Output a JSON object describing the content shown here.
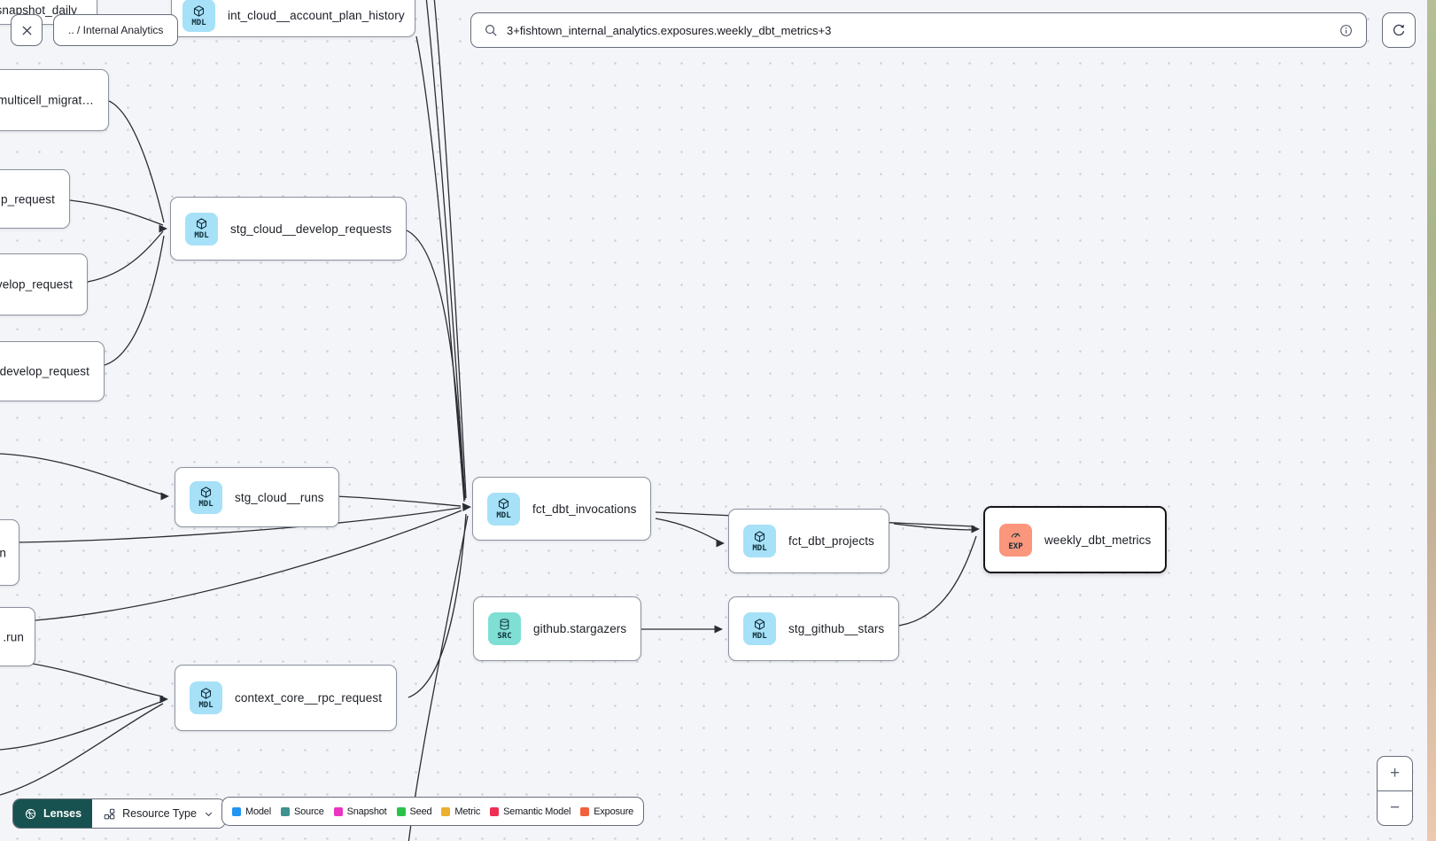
{
  "header": {
    "breadcrumb": ".. / Internal Analytics",
    "search_value": "3+fishtown_internal_analytics.exposures.weekly_dbt_metrics+3"
  },
  "nodes": [
    {
      "label": "snapshot_daily"
    },
    {
      "badge": "MDL",
      "type": "model",
      "label": "int_cloud__account_plan_history"
    },
    {
      "label": "multicell_migrat…"
    },
    {
      "label": "p_request"
    },
    {
      "badge": "MDL",
      "type": "model",
      "label": "stg_cloud__develop_requests"
    },
    {
      "label": "velop_request"
    },
    {
      "label": ".develop_request"
    },
    {
      "badge": "MDL",
      "type": "model",
      "label": "stg_cloud__runs"
    },
    {
      "label": "n"
    },
    {
      "label": ".run"
    },
    {
      "badge": "MDL",
      "type": "model",
      "label": "fct_dbt_invocations"
    },
    {
      "badge": "MDL",
      "type": "model",
      "label": "fct_dbt_projects"
    },
    {
      "badge": "EXP",
      "type": "exposure",
      "label": "weekly_dbt_metrics",
      "selected": true
    },
    {
      "badge": "SRC",
      "type": "source",
      "label": "github.stargazers"
    },
    {
      "badge": "MDL",
      "type": "model",
      "label": "stg_github__stars"
    },
    {
      "badge": "MDL",
      "type": "model",
      "label": "context_core__rpc_request"
    }
  ],
  "edges": [
    {
      "from": "multicell_migrat…",
      "to": "stg_cloud__develop_requests"
    },
    {
      "from": "p_request",
      "to": "stg_cloud__develop_requests"
    },
    {
      "from": "velop_request",
      "to": "stg_cloud__develop_requests"
    },
    {
      "from": ".develop_request",
      "to": "stg_cloud__develop_requests"
    },
    {
      "from": "offscreen-left",
      "to": "stg_cloud__runs"
    },
    {
      "from": "int_cloud__account_plan_history",
      "to": "fct_dbt_invocations"
    },
    {
      "from": "offscreen-top",
      "to": "fct_dbt_invocations"
    },
    {
      "from": "offscreen-top",
      "to": "fct_dbt_invocations"
    },
    {
      "from": "stg_cloud__develop_requests",
      "to": "fct_dbt_invocations"
    },
    {
      "from": "stg_cloud__runs",
      "to": "fct_dbt_invocations"
    },
    {
      "from": "n",
      "to": "fct_dbt_invocations"
    },
    {
      "from": ".run",
      "to": "fct_dbt_invocations"
    },
    {
      "from": "context_core__rpc_request",
      "to": "fct_dbt_invocations"
    },
    {
      "from": "fct_dbt_invocations",
      "to": "offscreen-bottom"
    },
    {
      "from": "fct_dbt_invocations",
      "to": "fct_dbt_projects"
    },
    {
      "from": "fct_dbt_invocations",
      "to": "weekly_dbt_metrics"
    },
    {
      "from": "fct_dbt_projects",
      "to": "weekly_dbt_metrics"
    },
    {
      "from": "stg_github__stars",
      "to": "weekly_dbt_metrics"
    },
    {
      "from": "github.stargazers",
      "to": "stg_github__stars"
    },
    {
      "from": "offscreen-left",
      "to": "context_core__rpc_request"
    },
    {
      "from": "offscreen-left",
      "to": "context_core__rpc_request"
    },
    {
      "from": "offscreen-left",
      "to": "context_core__rpc_request"
    }
  ],
  "legend": [
    {
      "label": "Model",
      "color": "#2095f2"
    },
    {
      "label": "Source",
      "color": "#3e918c"
    },
    {
      "label": "Snapshot",
      "color": "#e935c1"
    },
    {
      "label": "Seed",
      "color": "#2ac24a"
    },
    {
      "label": "Metric",
      "color": "#eab02e"
    },
    {
      "label": "Semantic Model",
      "color": "#ee2e54"
    },
    {
      "label": "Exposure",
      "color": "#f1603b"
    }
  ],
  "toolbar": {
    "lenses": "Lenses",
    "resource_type": "Resource Type"
  },
  "zoom_controls": {
    "zoom_in": "+",
    "zoom_out": "−"
  },
  "colors": {
    "model_badge": "#a6e1f8",
    "source_badge": "#7fdfd4",
    "exposure_badge": "#f9967c",
    "lenses_bg": "#175250",
    "selection_border": "#16161d",
    "edge": "#2a2d34"
  }
}
